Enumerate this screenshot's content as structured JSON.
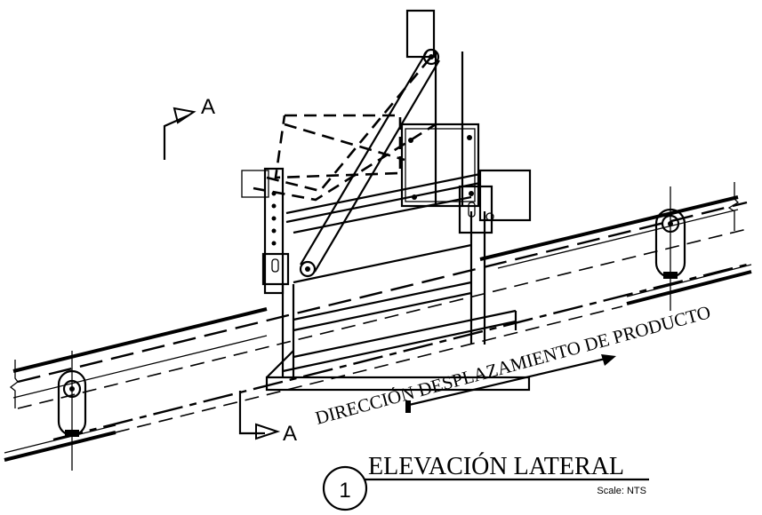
{
  "section_marks": [
    {
      "letter": "A"
    },
    {
      "letter": "A"
    }
  ],
  "flow_label": "DIRECCIÓN DESPLAZAMIENTO DE PRODUCTO",
  "title_block": {
    "number": "1",
    "title": "ELEVACIÓN LATERAL",
    "scale": "Scale: NTS"
  }
}
